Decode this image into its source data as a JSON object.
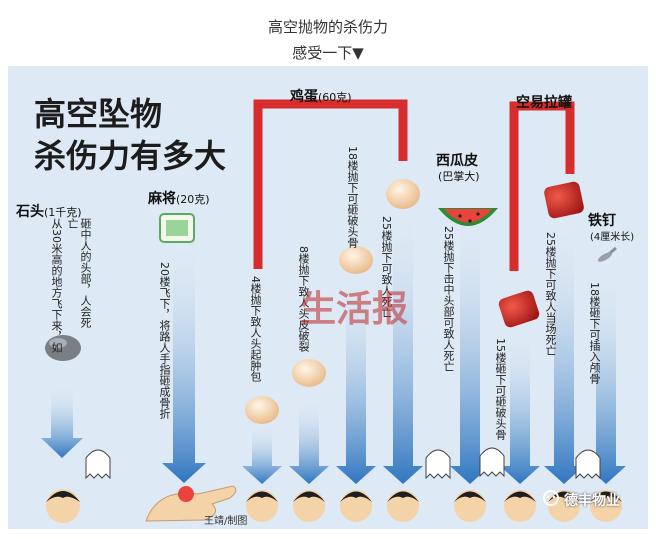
{
  "header": {
    "title": "高空抛物的杀伤力",
    "subtitle": "感受一下▼"
  },
  "poster": {
    "title_line1": "高空坠物",
    "title_line2": "杀伤力有多大",
    "watermark": "生活报",
    "credit": "王靖/制图",
    "brand": "德丰物业",
    "items": [
      {
        "name": "石头",
        "detail": "(1千克)",
        "notes": [
          "砸中人的头部，人会死亡",
          "从30米高的地方飞下来，如"
        ]
      },
      {
        "name": "麻将",
        "detail": "(20克)",
        "notes": [
          "20楼飞下，将路人手指砸成骨折"
        ]
      },
      {
        "name": "鸡蛋",
        "detail": "(60克)",
        "notes": [
          "4楼抛下致人头起肿包",
          "8楼抛下致人头皮破裂",
          "18楼抛下可砸破头骨",
          "25楼抛下可致人死亡"
        ]
      },
      {
        "name": "西瓜皮",
        "detail": "(巴掌大)",
        "notes": [
          "25楼抛下击中头部可致人死亡"
        ]
      },
      {
        "name": "空易拉罐",
        "detail": "",
        "notes": [
          "15楼砸下可砸破头骨",
          "25楼抛下可致人当场死亡"
        ]
      },
      {
        "name": "铁钉",
        "detail": "(4厘米长)",
        "notes": [
          "18楼砸下可插入颅骨"
        ]
      }
    ]
  },
  "colors": {
    "background": "#dde9f4",
    "arrow": "#3a7fc4",
    "bracket": "#d62d2d",
    "text": "#1c1c1c"
  }
}
